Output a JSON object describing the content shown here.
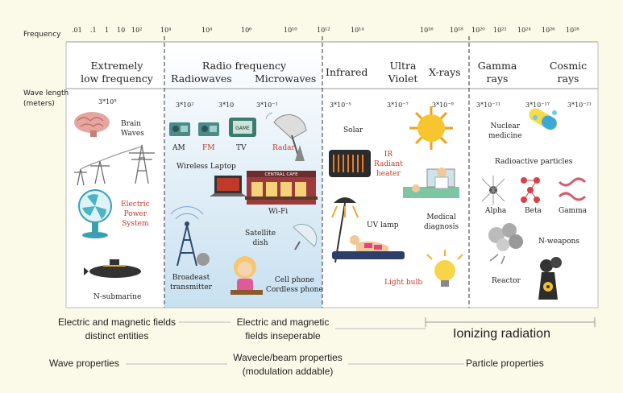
{
  "axis": {
    "frequency_label": "Frequency",
    "wavelength_label": [
      "Wave length",
      "(meters)"
    ],
    "freq_ticks": [
      ".01",
      ".1",
      "1",
      "10",
      "10²",
      "10⁴",
      "10⁴",
      "10⁶",
      "10¹⁰",
      "10¹²",
      "10¹⁴",
      "10¹⁶",
      "10¹⁸",
      "10²⁰",
      "10²²",
      "10²⁴",
      "10²⁶",
      "10²⁸"
    ]
  },
  "bands": {
    "elf": [
      "Extremely",
      "low frequency"
    ],
    "radio": "Radio frequency",
    "radiowaves": "Radiowaves",
    "microwaves": "Microwaves",
    "infrared": "Infrared",
    "uv": [
      "Ultra",
      "Violet"
    ],
    "xrays": "X-rays",
    "gamma": [
      "Gamma",
      "rays"
    ],
    "cosmic": [
      "Cosmic",
      "rays"
    ]
  },
  "wavelengths": [
    "3*10⁹",
    "3*10²",
    "3*10",
    "3*10⁻¹",
    "3*10⁻⁵",
    "3*10⁻⁷",
    "3*10⁻⁹",
    "3*10⁻¹¹",
    "3*10⁻¹⁷",
    "3*10⁻²¹"
  ],
  "items": {
    "brain": [
      "Brain",
      "Waves"
    ],
    "power": [
      "Electric",
      "Power",
      "System"
    ],
    "sub": "N-submarine",
    "am": "AM",
    "fm": "FM",
    "tv": "TV",
    "radar": "Radar",
    "laptop": "Wireless Laptop",
    "cafe_sign": "CENTRAL CAFE",
    "wifi": "Wi-Fi",
    "satellite": [
      "Satellite",
      "dish"
    ],
    "broadcast": [
      "Broadeast",
      "transmitter"
    ],
    "phone": [
      "Cell phone",
      "Cordless phone"
    ],
    "solar": "Solar",
    "ir": [
      "IR",
      "Radiant",
      "heater"
    ],
    "uvlamp": "UV lamp",
    "medical": [
      "Medical",
      "diagnosis"
    ],
    "bulb": "Light bulb",
    "nuclear_med": [
      "Nuclear",
      "medicine"
    ],
    "radioactive": "Radioactive particles",
    "alpha": "Alpha",
    "beta": "Beta",
    "gamma": "Gamma",
    "weapons": "N-weapons",
    "reactor": "Reactor"
  },
  "bottom": {
    "em_distinct": [
      "Electric and magnetic fields",
      "distinct entities"
    ],
    "em_insep": [
      "Electric and magnetic",
      "fields inseperable"
    ],
    "ionizing": "Ionizing radiation",
    "wave_props": "Wave properties",
    "wavecle": [
      "Wavecle/beam properties",
      "(modulation addable)"
    ],
    "particle_props": "Particle properties"
  },
  "colors": {
    "background": "#fbf9e7",
    "radio_fill": "#d8eaf4",
    "red_text": "#c0392b",
    "divider": "#333333"
  }
}
